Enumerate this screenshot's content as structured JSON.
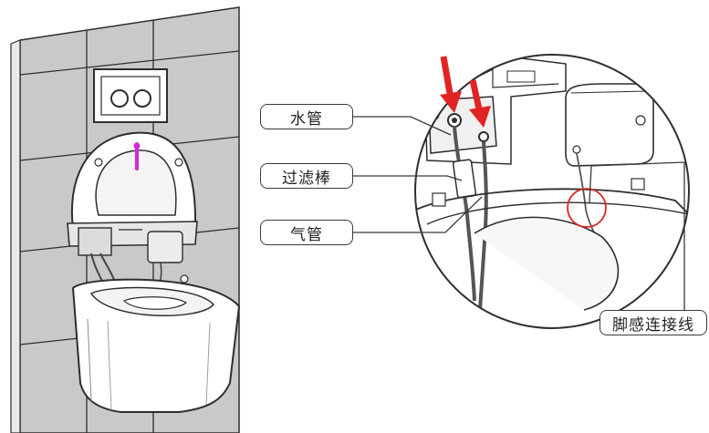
{
  "callouts": {
    "water_pipe": "水管",
    "filter_rod": "过滤棒",
    "air_pipe": "气管",
    "foot_sensor_cable": "脚感连接线"
  },
  "colors": {
    "arrow": "#e02424",
    "highlight_circle": "#e02424",
    "indicator": "#d22ad6",
    "wall_tile": "#c9c9c9",
    "line": "#3a3a3a"
  },
  "icons": {
    "flush_buttons": "dual-flush-plate-icon",
    "arrow": "down-arrow-icon"
  }
}
